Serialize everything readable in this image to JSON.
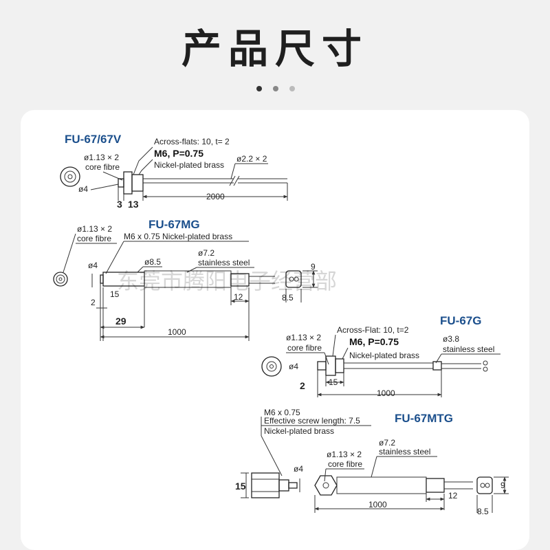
{
  "header": {
    "title": "产品尺寸",
    "dot_colors": [
      "#333333",
      "#888888",
      "#bbbbbb"
    ]
  },
  "watermark": "东莞市腾阳电子经营部",
  "diagrams": {
    "fu67": {
      "title": "FU-67/67V",
      "fibre_dia": "ø1.13 × 2",
      "core": "core fibre",
      "outer_dia": "ø4",
      "across_flats": "Across-flats: 10, t= 2",
      "thread": "M6, P=0.75",
      "material": "Nickel-plated brass",
      "cable_dia": "ø2.2 × 2",
      "dim_a": "3",
      "dim_b": "13",
      "length": "2000"
    },
    "fu67mg": {
      "title": "FU-67MG",
      "fibre_dia": "ø1.13 × 2",
      "core": "core fibre",
      "thread": "M6 x 0.75  Nickel-plated brass",
      "outer_dia": "ø4",
      "nut_dia": "ø8.5",
      "tube_dia": "ø7.2",
      "tube_material": "stainless steel",
      "dim_15": "15",
      "dim_2": "2",
      "dim_29": "29",
      "dim_12": "12",
      "end_h": "9",
      "end_w": "8.5",
      "length": "1000"
    },
    "fu67g": {
      "title": "FU-67G",
      "fibre_dia": "ø1.13 × 2",
      "core": "core fibre",
      "outer_dia": "ø4",
      "across_flat": "Across-Flat: 10, t=2",
      "thread": "M6, P=0.75",
      "material": "Nickel-plated brass",
      "tube_dia": "ø3.8",
      "tube_material": "stainless steel",
      "dim_2": "2",
      "dim_15": "15",
      "length": "1000"
    },
    "fu67mtg": {
      "title": "FU-67MTG",
      "thread": "M6 x 0.75",
      "screw_len": "Effective screw length: 7.5",
      "material": "Nickel-plated brass",
      "outer_dia": "ø4",
      "dim_15": "15",
      "fibre_dia": "ø1.13 × 2",
      "core": "core fibre",
      "tube_dia": "ø7.2",
      "tube_material": "stainless steel",
      "dim_12": "12",
      "end_h": "9",
      "end_w": "8.5",
      "length": "1000"
    }
  }
}
